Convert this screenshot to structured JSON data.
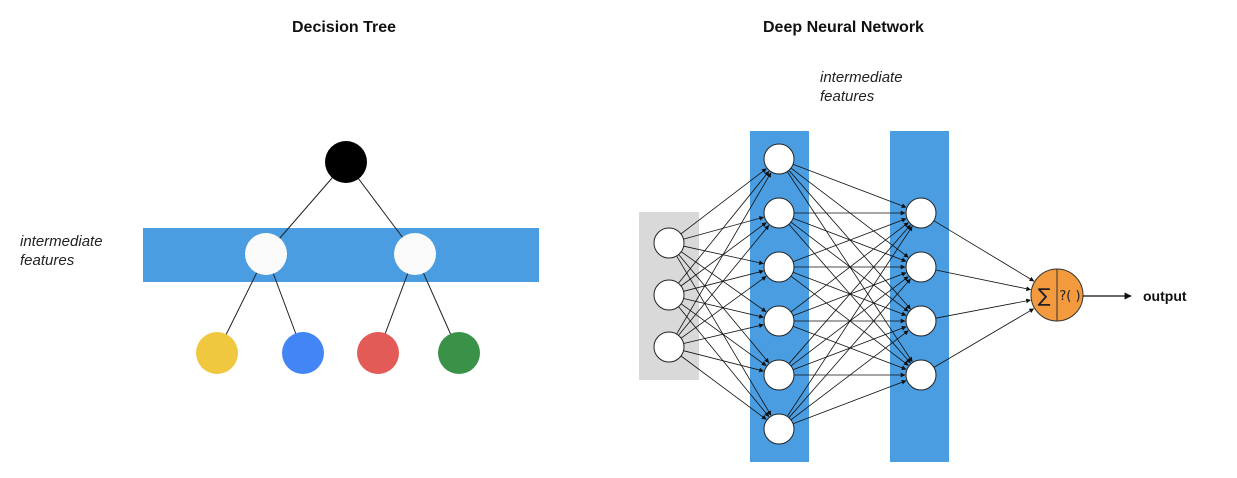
{
  "left_panel": {
    "title": "Decision Tree",
    "label_line1": "intermediate",
    "label_line2": "features",
    "colors": {
      "band": "#4A9DE0",
      "root": "#000000",
      "inner": "#FAFAFA",
      "leaves": [
        "#F0C840",
        "#4285F4",
        "#E35B57",
        "#3A9148"
      ]
    }
  },
  "right_panel": {
    "title": "Deep Neural Network",
    "label_line1": "intermediate",
    "label_line2": "features",
    "output_label": "output",
    "sum_symbol": "∑",
    "activation_symbol": "?( )",
    "colors": {
      "input_band": "#D9D9D9",
      "hidden_band": "#4A9DE0",
      "neuron": "#FFFFFF",
      "output_node": "#F29A3D"
    },
    "layers": {
      "input_nodes": 3,
      "hidden1_nodes": 6,
      "hidden2_nodes": 4,
      "output_nodes": 1
    }
  }
}
